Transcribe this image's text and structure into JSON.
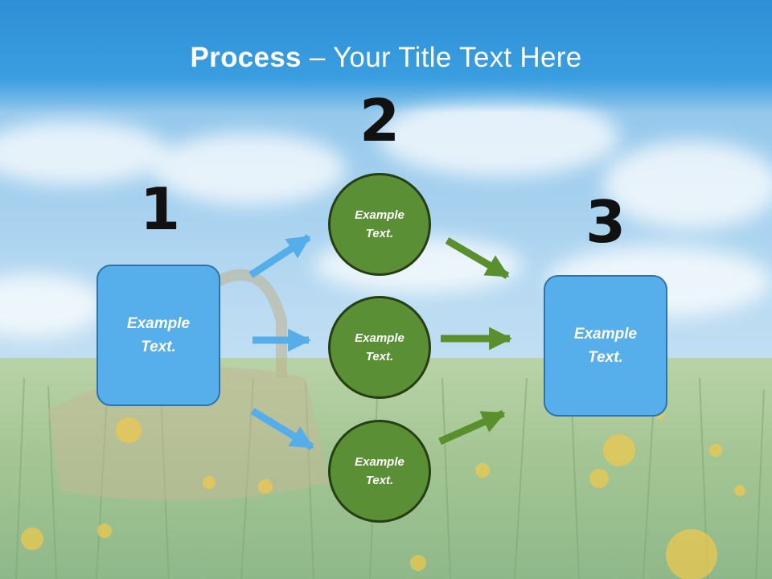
{
  "title": {
    "strong": "Process",
    "rest": " – Your Title Text Here"
  },
  "steps": [
    {
      "number": "1"
    },
    {
      "number": "2"
    },
    {
      "number": "3"
    }
  ],
  "left_box": {
    "text": "Example\nText."
  },
  "circles": [
    {
      "text": "Example\nText."
    },
    {
      "text": "Example\nText."
    },
    {
      "text": "Example\nText."
    }
  ],
  "right_box": {
    "text": "Example\nText."
  },
  "colors": {
    "box_fill": "#56aeea",
    "box_border": "#2f73a8",
    "circle_fill": "#5b8f35",
    "circle_border": "#253e14",
    "blue_arrow": "#55aeea",
    "green_arrow": "#5a8f2e",
    "title_band": "#2f8fd6"
  }
}
